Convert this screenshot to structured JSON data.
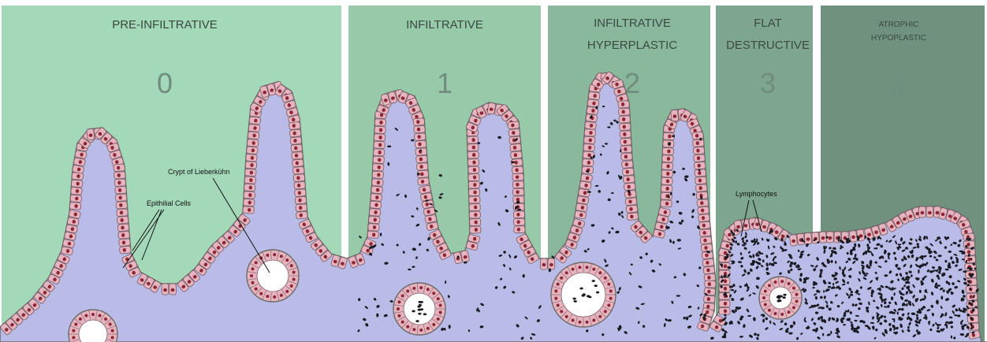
{
  "stages": [
    {
      "title_lines": [
        "Pre-Infiltrative"
      ],
      "number": "0",
      "color": "#a3d8b8"
    },
    {
      "title_lines": [
        "Infiltrative"
      ],
      "number": "1",
      "color": "#96caa9"
    },
    {
      "title_lines": [
        "Infiltrative",
        "Hyperplastic"
      ],
      "number": "2",
      "color": "#89b89d"
    },
    {
      "title_lines": [
        "Flat",
        "Destructive"
      ],
      "number": "3",
      "color": "#7ea68f"
    },
    {
      "title_lines": [
        "Atrophic",
        "Hypoplastic"
      ],
      "number": "4",
      "color": "#6f917d"
    }
  ],
  "labels": {
    "epithelial_cells": "Epithilial Cells",
    "crypt": "Crypt of Lieberkühn",
    "lymphocytes": "Lymphocytes"
  },
  "colors": {
    "mucosa": "#b8bce6",
    "cell_fill": "#e6b4bf",
    "cell_stroke": "#7a5a62",
    "nucleus": "#8c2636",
    "lymphocyte": "#1a1a22",
    "outline": "#6b6b6b"
  }
}
